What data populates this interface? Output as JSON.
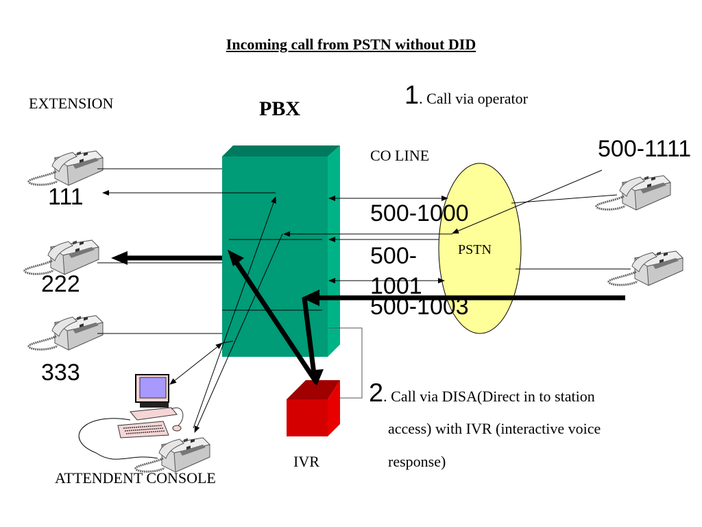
{
  "title": "Incoming call from PSTN without DID",
  "labels": {
    "extension": "EXTENSION",
    "pbx": "PBX",
    "co_line": "CO LINE",
    "pstn": "PSTN",
    "ivr": "IVR",
    "attendant_console": "ATTENDENT CONSOLE"
  },
  "extensions": [
    {
      "number": "111"
    },
    {
      "number": "222"
    },
    {
      "number": "333"
    }
  ],
  "co_lines": [
    {
      "number": "500-1000"
    },
    {
      "number_part1": "500-",
      "number_part2": "1001"
    },
    {
      "number": "500-1003"
    }
  ],
  "external_number": "500-1111",
  "steps": [
    {
      "num": "1",
      "text": ". Call via operator"
    },
    {
      "num": "2",
      "text": ". Call via DISA(Direct in to station",
      "text_line2": "access) with IVR (interactive voice",
      "text_line3": "response)"
    }
  ],
  "colors": {
    "pbx_front": "#009b77",
    "pbx_top": "#007a5e",
    "pbx_side": "#00b386",
    "ivr_front": "#d40000",
    "ivr_top": "#a00000",
    "ivr_side": "#e80000",
    "pstn_fill": "#ffff99",
    "monitor_screen": "#a899ff",
    "computer_body": "#f5d5d5"
  }
}
